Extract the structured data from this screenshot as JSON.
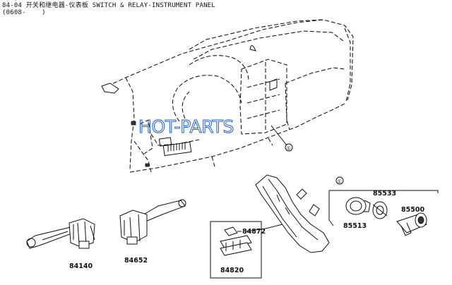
{
  "header": {
    "title": "84-04 开关和继电器-仪表板 SWITCH & RELAY-INSTRUMENT PANEL",
    "subtitle": "(0608-    )"
  },
  "watermark": "HOT-PARTS",
  "callouts": {
    "ref_mark": "①"
  },
  "parts": [
    {
      "number": "84140"
    },
    {
      "number": "84652"
    },
    {
      "number": "84872"
    },
    {
      "number": "84820"
    },
    {
      "number": "85533"
    },
    {
      "number": "85500"
    },
    {
      "number": "85513"
    }
  ],
  "colors": {
    "watermark": "#1c5fd6",
    "linework": "#111111"
  }
}
